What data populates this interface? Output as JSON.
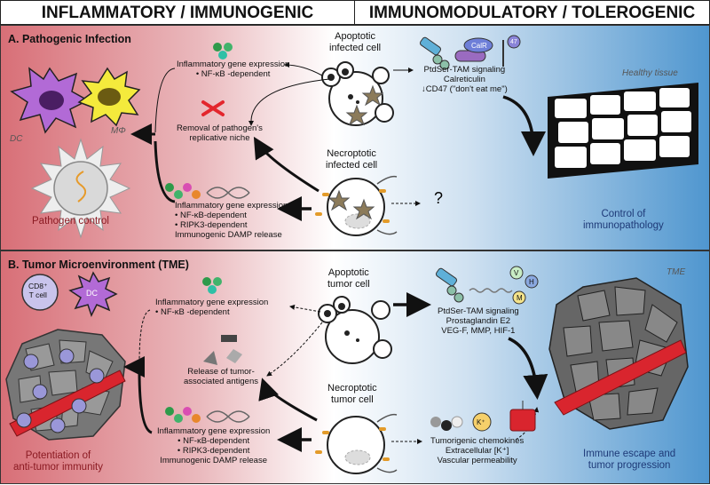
{
  "header": {
    "left": "INFLAMMATORY / IMMUNOGENIC",
    "right": "IMMUNOMODULATORY / TOLEROGENIC"
  },
  "panel_a": {
    "title": "A. Pathogenic Infection",
    "dc": "DC",
    "mphi": "MΦ",
    "apoptotic_cell": "Apoptotic\ninfected cell",
    "inflammatory_top": "Inflammatory gene expression\n• NF-κB -dependent",
    "removal": "Removal of pathogen's\nreplicative niche",
    "necroptotic_cell": "Necroptotic\ninfected cell",
    "inflammatory_bottom": "Inflammatory gene expression\n• NF-κB-dependent\n• RIPK3-dependent\nImmunogenic DAMP release",
    "pathogen_control": "Pathogen control",
    "signaling": "PtdSer-TAM signaling\nCalreticulin\n↓CD47 (\"don't eat me\")",
    "calr": "CalR",
    "cd47": "47",
    "healthy": "Healthy tissue",
    "question": "?",
    "control": "Control of\nimmunopathology"
  },
  "panel_b": {
    "title": "B. Tumor Microenvironment (TME)",
    "cd8": "CD8⁺\nT cell",
    "dc": "DC",
    "apoptotic_cell": "Apoptotic\ntumor cell",
    "inflammatory_top": "Inflammatory gene expression\n• NF-κB -dependent",
    "release": "Release of tumor-\nassociated antigens",
    "necroptotic_cell": "Necroptotic\ntumor cell",
    "inflammatory_bottom": "Inflammatory gene expression\n• NF-κB-dependent\n• RIPK3-dependent\nImmunogenic DAMP release",
    "potentiation": "Potentiation of\nanti-tumor immunity",
    "signaling": "PtdSer-TAM signaling\nProstaglandin E2\nVEG-F, MMP, HIF-1",
    "v": "V",
    "h": "H",
    "m": "M",
    "k": "K⁺",
    "tumorigenic": "Tumorigenic chemokines\nExtracellular [K⁺]\nVascular permeability",
    "tme": "TME",
    "escape": "Immune escape and\ntumor progression"
  }
}
